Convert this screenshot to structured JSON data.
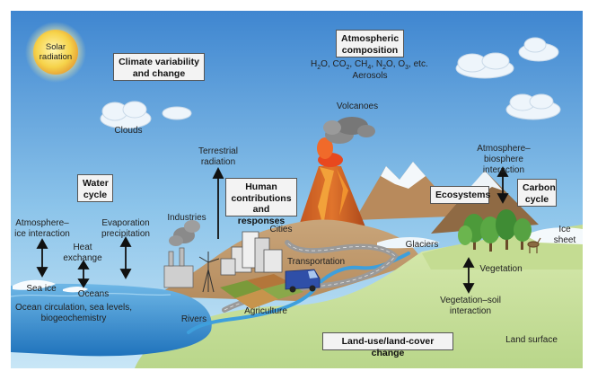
{
  "boxes": {
    "climate": "Climate variability and change",
    "atmos": "Atmospheric composition",
    "water": "Water cycle",
    "human": "Human contributions and responses",
    "ecosystems": "Ecosystems",
    "carbon": "Carbon cycle",
    "landuse": "Land-use/land-cover change"
  },
  "gases": {
    "h2o": "H",
    "h2o_sub": "2",
    "h2o_tail": "O, ",
    "co2": "CO",
    "co2_sub": "2",
    "co2_tail": ", ",
    "ch4": "CH",
    "ch4_sub": "4",
    "ch4_tail": ", ",
    "n2o": "N",
    "n2o_sub": "2",
    "n2o_tail": "O, ",
    "o3": "O",
    "o3_sub": "3",
    "o3_tail": ", etc.",
    "aerosols": "Aerosols"
  },
  "labels": {
    "solar": "Solar radiation",
    "clouds": "Clouds",
    "volcanoes": "Volcanoes",
    "terrestrial": "Terrestrial radiation",
    "atmo_biosphere": "Atmosphere–biosphere interaction",
    "industries": "Industries",
    "cities": "Cities",
    "transportation": "Transportation",
    "glaciers": "Glaciers",
    "ice_sheet": "Ice sheet",
    "atmo_ice": "Atmosphere– ice interaction",
    "evaporation": "Evaporation precipitation",
    "heat_exchange": "Heat exchange",
    "sea_ice": "Sea ice",
    "oceans": "Oceans",
    "ocean_circ": "Ocean circulation, sea levels, biogeochemistry",
    "rivers": "Rivers",
    "agriculture": "Agriculture",
    "vegetation": "Vegetation",
    "veg_soil": "Vegetation–soil interaction",
    "land_surface": "Land surface"
  },
  "colors": {
    "sky_top": "#4a8fd6",
    "sky_bottom": "#b9dcf2",
    "ocean": "#2f8fd0",
    "land": "#cfe3a0",
    "mountain": "#a07a52",
    "lava": "#e8481e",
    "sun": "#f6d34a"
  }
}
